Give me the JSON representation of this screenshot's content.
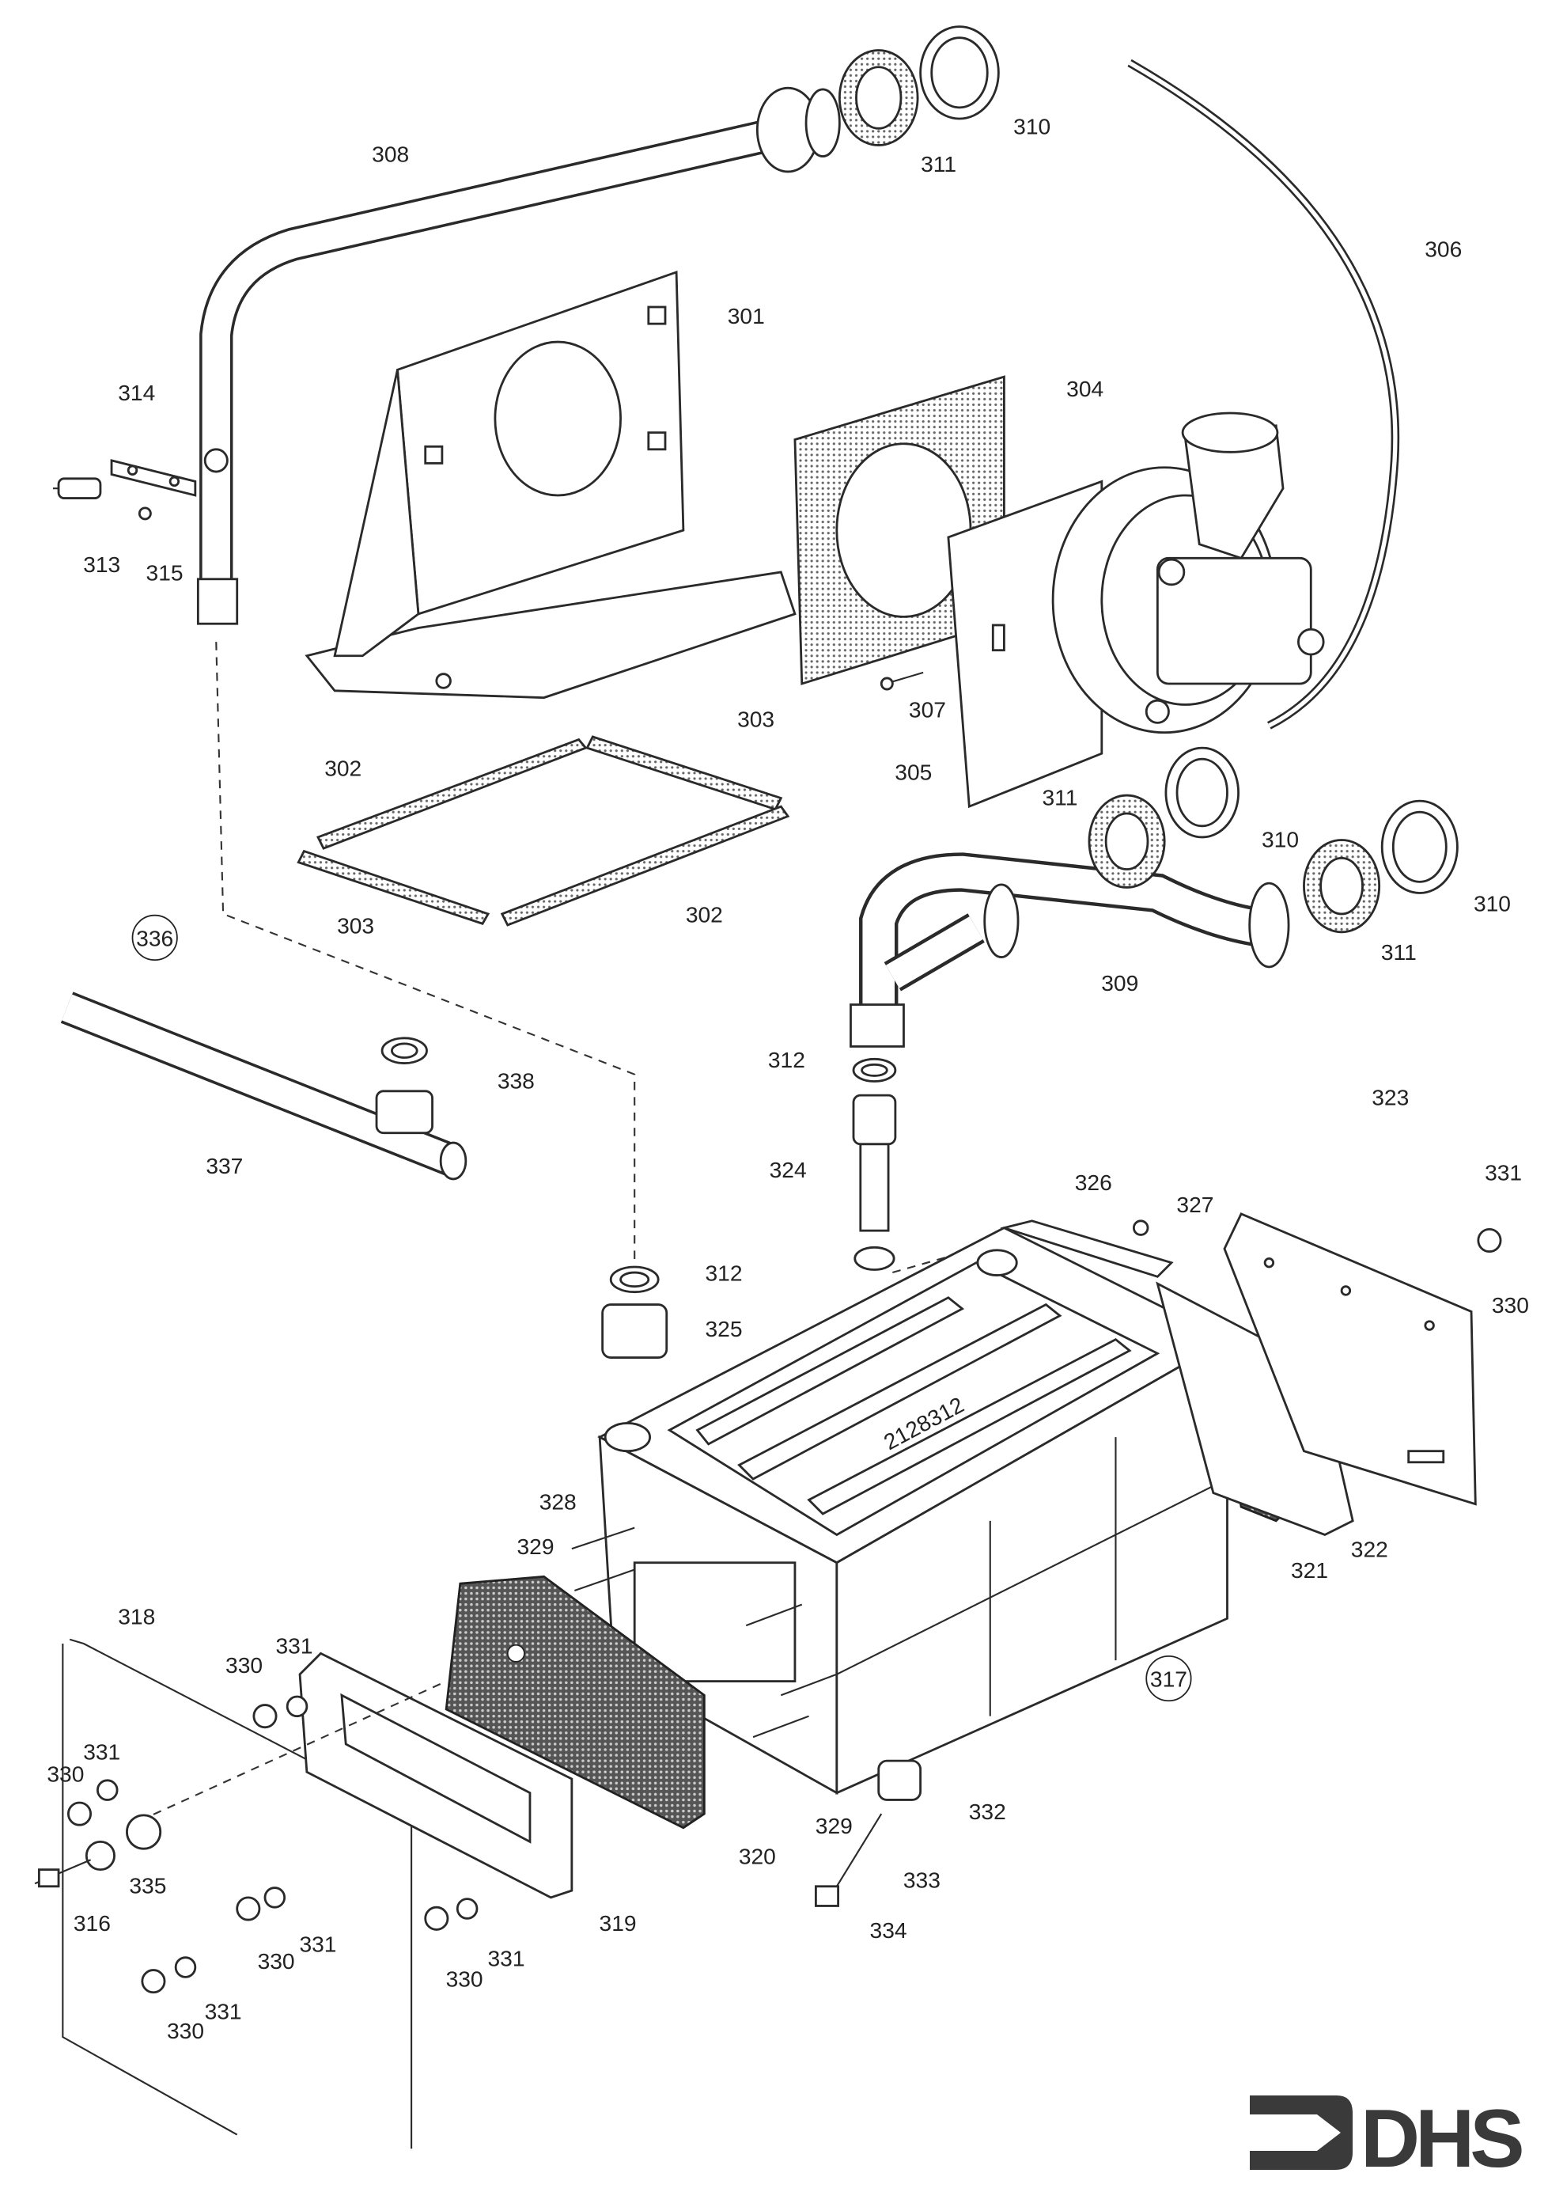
{
  "diagram": {
    "labels": [
      {
        "text": "308"
      },
      {
        "text": "311"
      },
      {
        "text": "310"
      },
      {
        "text": "306"
      },
      {
        "text": "301"
      },
      {
        "text": "304"
      },
      {
        "text": "314"
      },
      {
        "text": "313"
      },
      {
        "text": "315"
      },
      {
        "text": "303"
      },
      {
        "text": "307"
      },
      {
        "text": "302"
      },
      {
        "text": "305"
      },
      {
        "text": "311"
      },
      {
        "text": "310"
      },
      {
        "text": "310"
      },
      {
        "text": "303"
      },
      {
        "text": "302"
      },
      {
        "text": "311"
      },
      {
        "text": "309"
      },
      {
        "text": "336",
        "circled": true
      },
      {
        "text": "338"
      },
      {
        "text": "312"
      },
      {
        "text": "337"
      },
      {
        "text": "324"
      },
      {
        "text": "323"
      },
      {
        "text": "326"
      },
      {
        "text": "327"
      },
      {
        "text": "331"
      },
      {
        "text": "330"
      },
      {
        "text": "312"
      },
      {
        "text": "325"
      },
      {
        "text": "328"
      },
      {
        "text": "329"
      },
      {
        "text": "322"
      },
      {
        "text": "321"
      },
      {
        "text": "318"
      },
      {
        "text": "317",
        "circled": true
      },
      {
        "text": "330"
      },
      {
        "text": "331"
      },
      {
        "text": "331"
      },
      {
        "text": "330"
      },
      {
        "text": "332"
      },
      {
        "text": "335"
      },
      {
        "text": "316"
      },
      {
        "text": "329"
      },
      {
        "text": "320"
      },
      {
        "text": "333"
      },
      {
        "text": "319"
      },
      {
        "text": "334"
      },
      {
        "text": "331"
      },
      {
        "text": "330"
      },
      {
        "text": "331"
      },
      {
        "text": "330"
      },
      {
        "text": "331"
      },
      {
        "text": "330"
      }
    ],
    "casting_mark": "2128312"
  },
  "logo": {
    "text": "DHS",
    "color": "#3a3a3a"
  }
}
